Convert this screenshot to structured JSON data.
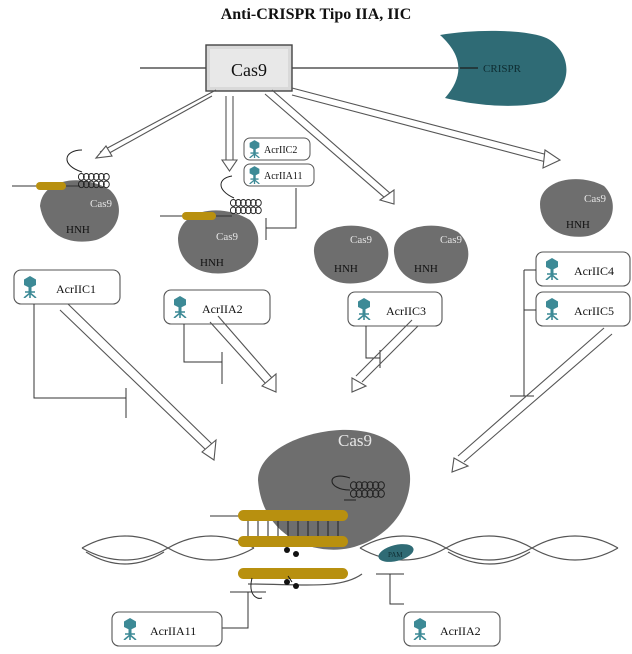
{
  "title": "Anti-CRISPR Tipo IIA, IIC",
  "labels": {
    "cas9": "Cas9",
    "crispr": "CRISPR",
    "hnh": "HNH",
    "pam": "PAM"
  },
  "inhibitors": {
    "acriic1": "AcrIIC1",
    "acriic2": "AcrIIC2",
    "acriia11_top": "AcrIIA11",
    "acriia2_mid": "AcrIIA2",
    "acriic3": "AcrIIC3",
    "acriic4": "AcrIIC4",
    "acriic5": "AcrIIC5",
    "acriia11_bottom": "AcrIIA11",
    "acriia2_bottom": "AcrIIA2"
  },
  "colors": {
    "cas9_body": "#707070",
    "cas9_box": "#d9d9d9",
    "crispr_fill": "#2f6b75",
    "rna_gold": "#b8900f",
    "phage": "#3d8a96"
  },
  "icons": [
    "phage-icon"
  ]
}
